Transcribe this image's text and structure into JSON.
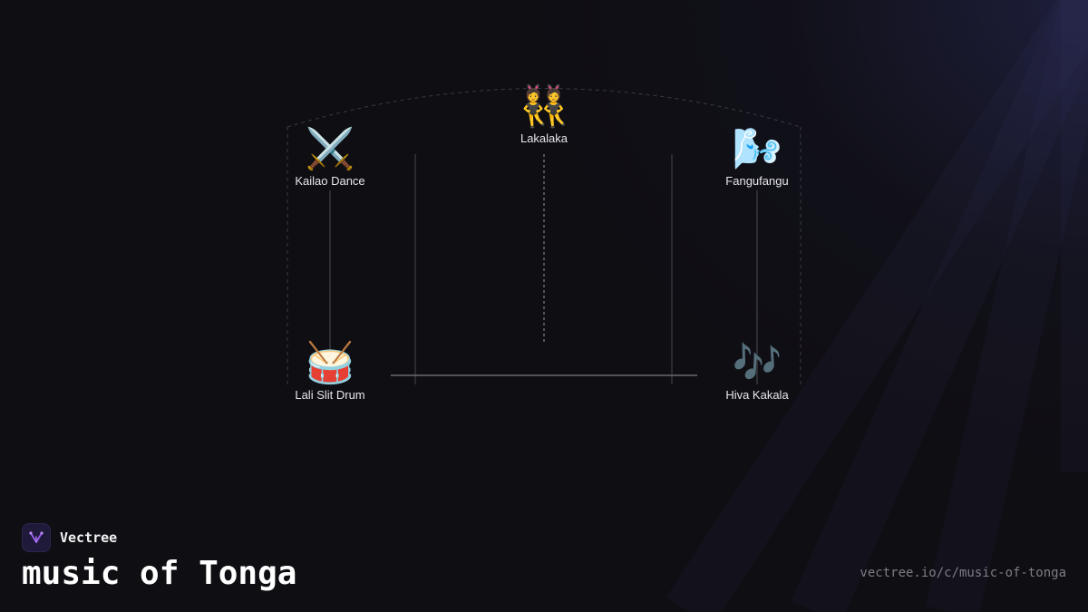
{
  "brand": {
    "name": "Vectree",
    "logo_color": "#9b5cf0"
  },
  "page": {
    "title": "music of Tonga",
    "url": "vectree.io/c/music-of-tonga"
  },
  "diagram": {
    "nodes": [
      {
        "id": "lakalaka",
        "label": "Lakalaka",
        "icon": "dancers-icon",
        "emoji": "👯"
      },
      {
        "id": "kailao",
        "label": "Kailao Dance",
        "icon": "crossed-swords-icon",
        "emoji": "⚔️"
      },
      {
        "id": "fangufangu",
        "label": "Fangufangu",
        "icon": "wind-icon",
        "emoji": "🌬️"
      },
      {
        "id": "lali",
        "label": "Lali Slit Drum",
        "icon": "drum-icon",
        "emoji": "🥁"
      },
      {
        "id": "hiva",
        "label": "Hiva Kakala",
        "icon": "music-notes-icon",
        "emoji": "🎶"
      }
    ],
    "colors": {
      "line": "#4a4a52",
      "dashed": "#3a3a42",
      "bar": "#6a6a72"
    }
  }
}
